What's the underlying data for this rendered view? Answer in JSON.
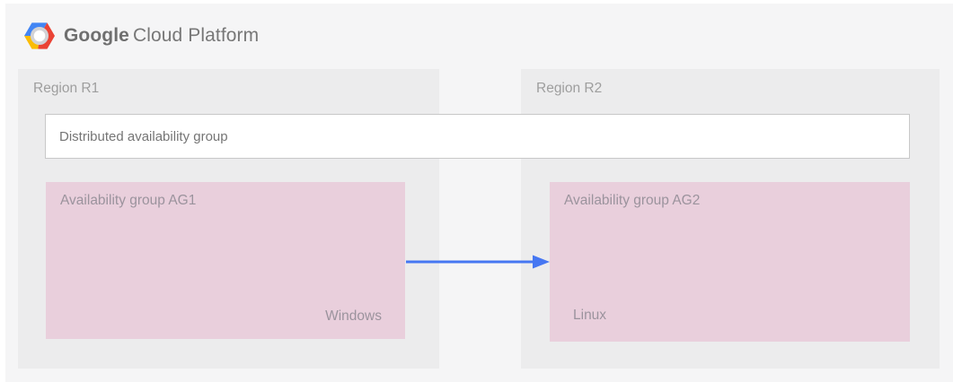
{
  "brand": {
    "name": "Google Cloud Platform",
    "google": "Google",
    "suffix": "Cloud Platform"
  },
  "diagram": {
    "distributed_group_label": "Distributed availability group",
    "regions": [
      {
        "label": "Region R1",
        "availability_group": {
          "title": "Availability group AG1",
          "platform": "Windows"
        }
      },
      {
        "label": "Region R2",
        "availability_group": {
          "title": "Availability group AG2",
          "platform": "Linux"
        }
      }
    ],
    "arrow": {
      "direction": "left-to-right",
      "from": "Availability group AG1",
      "to": "Availability group AG2"
    }
  },
  "colors": {
    "page_background": "#FFFFFF",
    "canvas_background": "#F5F5F6",
    "region_background": "#ECECED",
    "availability_group_background": "#E9CFDC",
    "distributed_box_border": "#C8C8C8",
    "arrow_blue": "#4677F2",
    "label_gray": "#9E9E9E",
    "logo_blue": "#4285F4",
    "logo_red": "#EA4335",
    "logo_yellow": "#FBBC05"
  }
}
